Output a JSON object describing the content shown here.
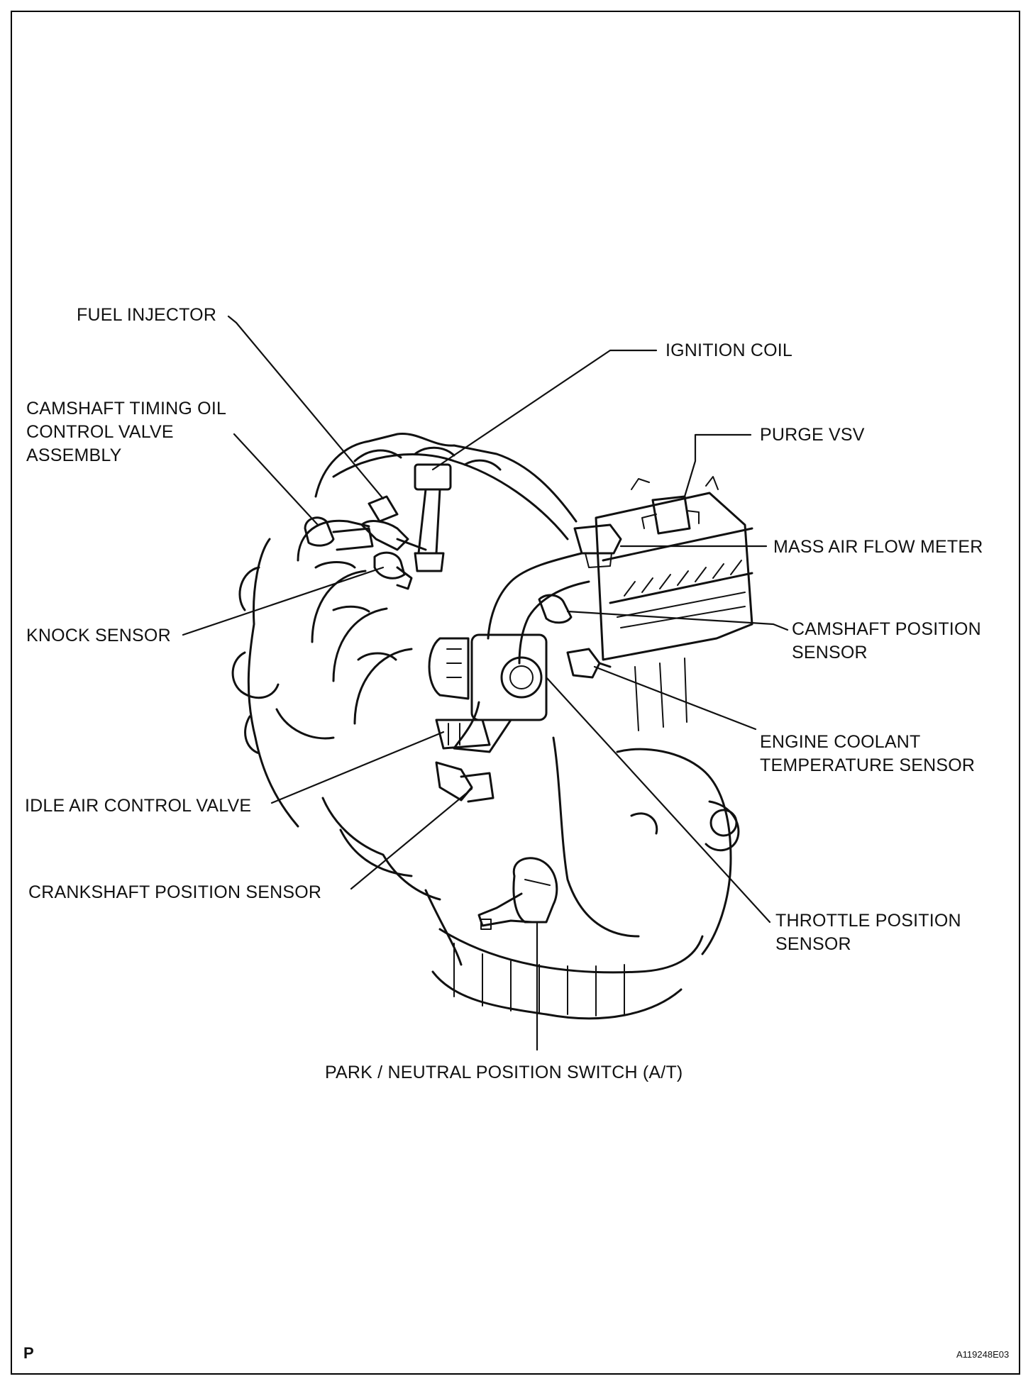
{
  "labels": {
    "fuel_injector": "FUEL INJECTOR",
    "ignition_coil": "IGNITION COIL",
    "camshaft_timing_oil_control_valve": [
      "CAMSHAFT TIMING OIL",
      "CONTROL VALVE",
      "ASSEMBLY"
    ],
    "purge_vsv": "PURGE VSV",
    "mass_air_flow_meter": "MASS AIR FLOW METER",
    "knock_sensor": "KNOCK SENSOR",
    "camshaft_position_sensor": [
      "CAMSHAFT POSITION",
      "SENSOR"
    ],
    "engine_coolant_temperature_sensor": [
      "ENGINE COOLANT",
      "TEMPERATURE SENSOR"
    ],
    "idle_air_control_valve": "IDLE AIR CONTROL VALVE",
    "crankshaft_position_sensor": "CRANKSHAFT POSITION SENSOR",
    "throttle_position_sensor": [
      "THROTTLE POSITION",
      "SENSOR"
    ],
    "park_neutral_position_switch": "PARK / NEUTRAL POSITION SWITCH (A/T)"
  },
  "corner_marks": {
    "page_letter": "P",
    "figure_code": "A119248E03"
  },
  "colors": {
    "ink": "#111111",
    "paper": "#ffffff"
  }
}
